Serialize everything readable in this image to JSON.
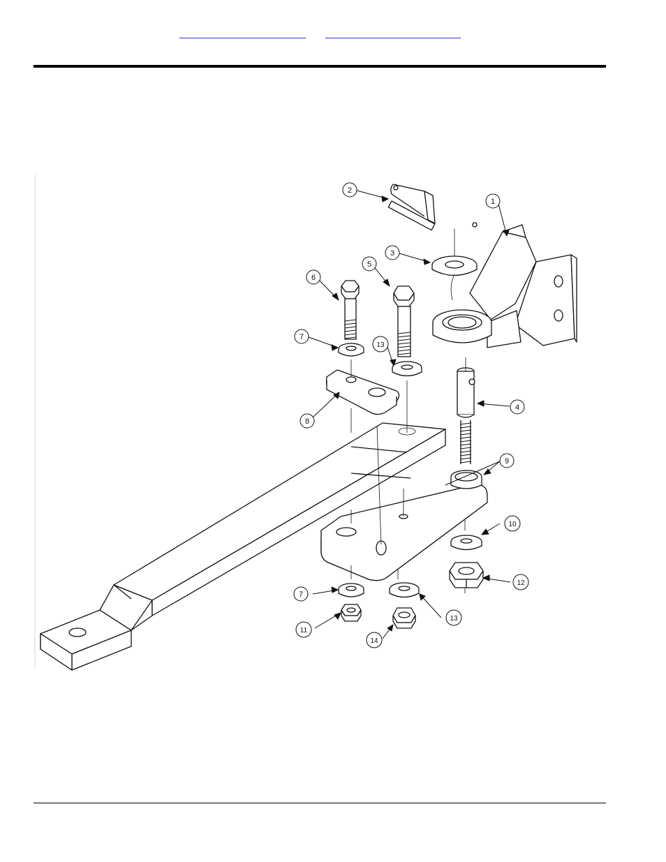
{
  "header": {
    "links": [
      {
        "label": ""
      },
      {
        "label": ""
      }
    ]
  },
  "diagram": {
    "callouts": [
      {
        "number": "1"
      },
      {
        "number": "2"
      },
      {
        "number": "3"
      },
      {
        "number": "4"
      },
      {
        "number": "5"
      },
      {
        "number": "6"
      },
      {
        "number": "7"
      },
      {
        "number": "8"
      },
      {
        "number": "9"
      },
      {
        "number": "10"
      },
      {
        "number": "7"
      },
      {
        "number": "11"
      },
      {
        "number": "12"
      },
      {
        "number": "13"
      },
      {
        "number": "13"
      },
      {
        "number": "14"
      }
    ]
  },
  "colors": {
    "link": "#2a35d8",
    "rule": "#000000",
    "ink": "#111111"
  }
}
